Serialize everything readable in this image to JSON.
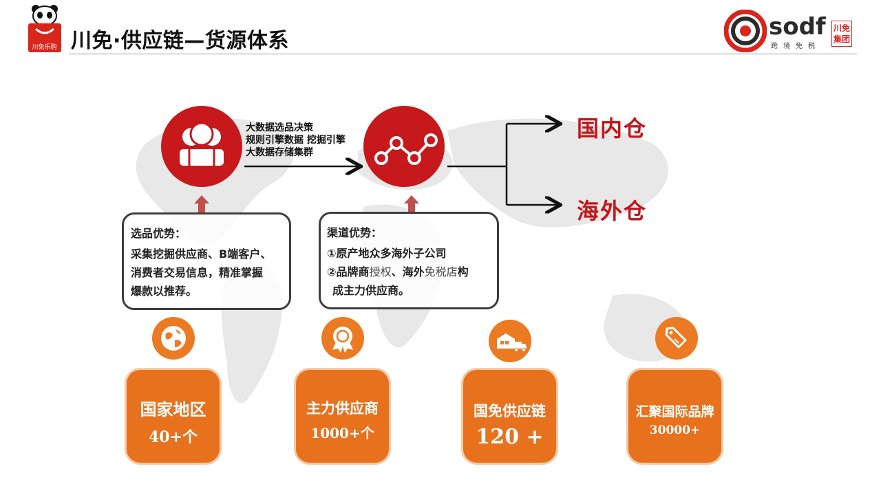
{
  "header": {
    "title": "川免·供应链—货源体系",
    "brand_left_label": "川免乐购",
    "brand_right_word": "sodf",
    "brand_right_sub": "跨境免税",
    "brand_right_badge": "川免集团"
  },
  "flow": {
    "labels": [
      "大数据选品决策",
      "规则引擎数据 挖掘引擎",
      "大数据存储集群"
    ],
    "warehouses": [
      "国内仓",
      "海外仓"
    ]
  },
  "callouts": {
    "selection": {
      "heading": "选品优势：",
      "lines": [
        "采集挖掘供应商、B端客户、",
        "消费者交易信息，精准掌握",
        "爆款以推荐。"
      ]
    },
    "channel": {
      "heading": "渠道优势：",
      "line1": "①原产地众多海外子公司",
      "line2_a": "②品牌商",
      "line2_b": "授权",
      "line2_c": "、海外",
      "line2_d": "免税店",
      "line2_e": "构",
      "line3": "成主力供应商。"
    }
  },
  "stats": [
    {
      "title": "国家地区",
      "value": "40+个",
      "icon": "globe-icon"
    },
    {
      "title": "主力供应商",
      "value": "1000+个",
      "icon": "award-ribbon-icon"
    },
    {
      "title": "国免供应链",
      "value": "120 +",
      "icon": "warehouse-truck-icon"
    },
    {
      "title": "汇聚国际品牌",
      "value": "30000+",
      "icon": "price-tag-icon"
    }
  ],
  "colors": {
    "brand_red": "#c7181c",
    "warehouse_red": "#c3161b",
    "orange": "#e7711d",
    "orange_light": "#ec7a22",
    "up_arrow": "#c0504d"
  }
}
